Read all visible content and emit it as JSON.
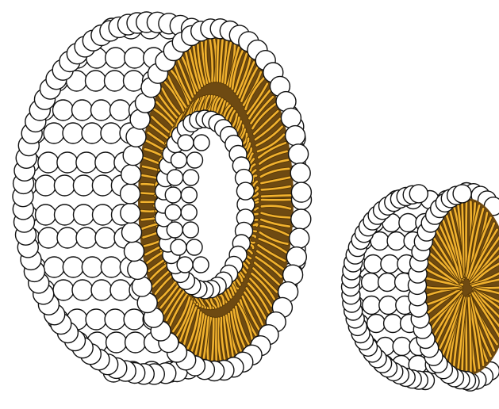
{
  "figure": {
    "background": "#ffffff",
    "colors": {
      "head_fill": "#ffffff",
      "head_outline": "#111111",
      "tail_light": "#f1b22f",
      "tail_outline": "#5a3a06",
      "core_dark": "#6e4a12"
    },
    "structures": [
      {
        "name": "liposome",
        "label": "",
        "description_icon": "bilayer-vesicle-cross-section"
      },
      {
        "name": "micelle",
        "label": "",
        "description_icon": "monolayer-micelle-cross-section"
      }
    ]
  }
}
